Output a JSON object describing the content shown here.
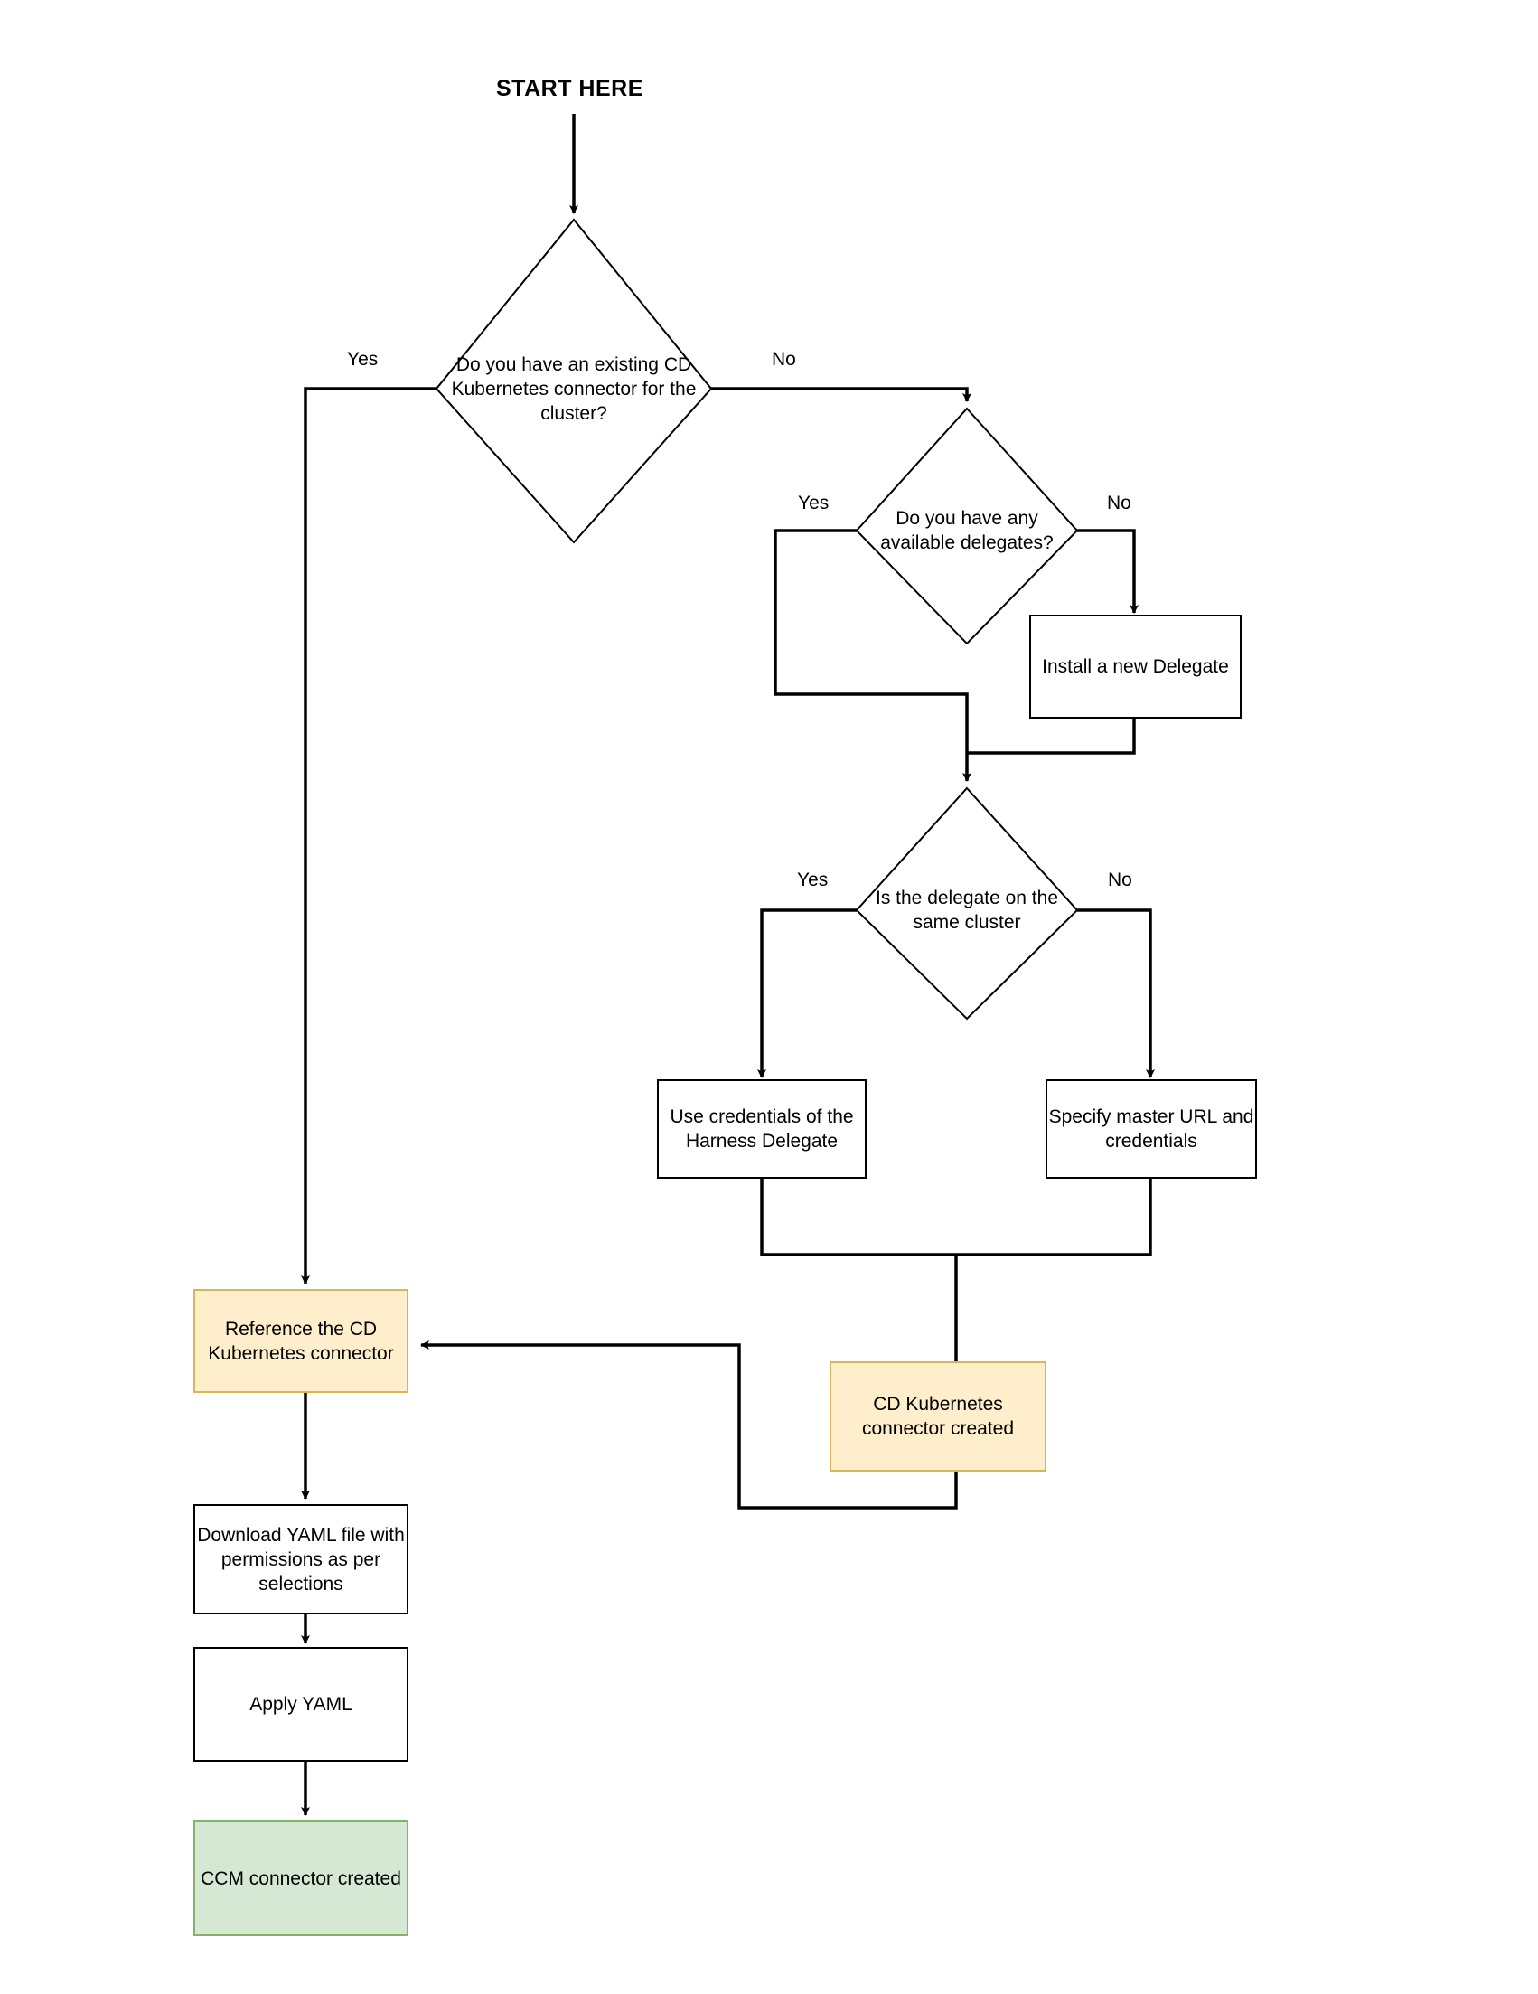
{
  "diagram": {
    "title": "START HERE",
    "colors": {
      "line": "#000000",
      "orange_fill": "#ffeecc",
      "orange_stroke": "#d6b656",
      "green_fill": "#d5e8d4",
      "green_stroke": "#82b366",
      "box_fill": "#ffffff",
      "box_stroke": "#000000"
    },
    "decisions": [
      {
        "id": "d1",
        "text": "Do you have an existing CD Kubernetes connector for the cluster?",
        "yes_label": "Yes",
        "no_label": "No"
      },
      {
        "id": "d2",
        "text": "Do you have any available delegates?",
        "yes_label": "Yes",
        "no_label": "No"
      },
      {
        "id": "d3",
        "text": "Is the delegate on the same cluster",
        "yes_label": "Yes",
        "no_label": "No"
      }
    ],
    "nodes": [
      {
        "id": "install_delegate",
        "text": "Install a new Delegate",
        "style": "process"
      },
      {
        "id": "use_credentials",
        "text": "Use credentials of the Harness Delegate",
        "style": "process"
      },
      {
        "id": "specify_master_url",
        "text": "Specify master URL and credentials",
        "style": "process"
      },
      {
        "id": "reference_connector",
        "text": "Reference the CD Kubernetes connector",
        "style": "highlight-orange"
      },
      {
        "id": "connector_created",
        "text": "CD Kubernetes connector created",
        "style": "highlight-orange"
      },
      {
        "id": "download_yaml",
        "text": "Download YAML file with permissions as per selections",
        "style": "process"
      },
      {
        "id": "apply_yaml",
        "text": "Apply YAML",
        "style": "process"
      },
      {
        "id": "ccm_created",
        "text": "CCM connector created",
        "style": "highlight-green"
      }
    ],
    "edges": [
      {
        "from": "start",
        "to": "d1",
        "label": ""
      },
      {
        "from": "d1",
        "to": "reference_connector",
        "label": "Yes"
      },
      {
        "from": "d1",
        "to": "d2",
        "label": "No"
      },
      {
        "from": "d2",
        "to": "d3",
        "label": "Yes"
      },
      {
        "from": "d2",
        "to": "install_delegate",
        "label": "No"
      },
      {
        "from": "install_delegate",
        "to": "d3",
        "label": ""
      },
      {
        "from": "d3",
        "to": "use_credentials",
        "label": "Yes"
      },
      {
        "from": "d3",
        "to": "specify_master_url",
        "label": "No"
      },
      {
        "from": "use_credentials",
        "to": "connector_created",
        "label": ""
      },
      {
        "from": "specify_master_url",
        "to": "connector_created",
        "label": ""
      },
      {
        "from": "connector_created",
        "to": "reference_connector",
        "label": ""
      },
      {
        "from": "reference_connector",
        "to": "download_yaml",
        "label": ""
      },
      {
        "from": "download_yaml",
        "to": "apply_yaml",
        "label": ""
      },
      {
        "from": "apply_yaml",
        "to": "ccm_created",
        "label": ""
      }
    ]
  }
}
